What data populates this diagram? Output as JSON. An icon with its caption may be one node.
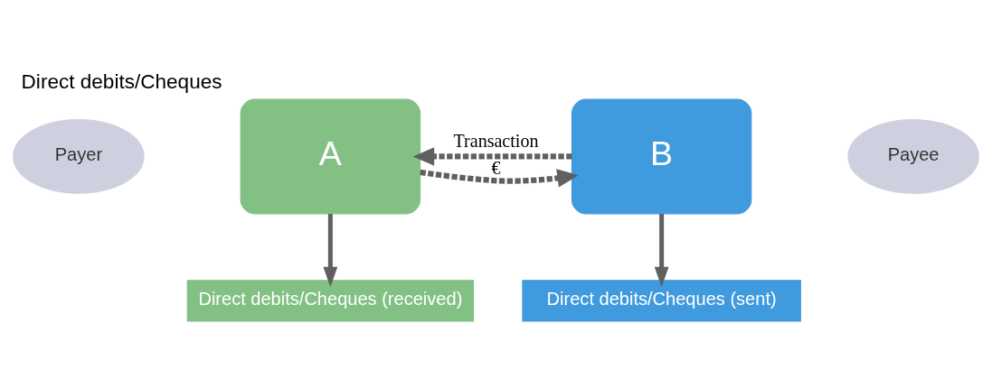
{
  "diagram": {
    "title": "Direct debits/Cheques",
    "nodes": [
      {
        "text": [
          "Payer"
        ]
      },
      {
        "text": [
          "A"
        ]
      },
      {
        "text": [
          "Payee"
        ]
      },
      {
        "text": [
          "B"
        ]
      },
      {
        "text": [
          "Direct debits/Cheques (received)"
        ]
      },
      {
        "text": [
          "Direct debits/Cheques (sent)"
        ]
      }
    ],
    "edges": [
      {
        "from": 1,
        "to": 3,
        "arrow": "to",
        "style": "dashed",
        "label": "€"
      },
      {
        "from": 3,
        "to": 1,
        "arrow": "to",
        "style": "dashed",
        "label": "Transaction"
      },
      {
        "from": 1,
        "to": 4,
        "arrow": "to"
      },
      {
        "from": 3,
        "to": 5,
        "arrow": "to"
      }
    ]
  }
}
